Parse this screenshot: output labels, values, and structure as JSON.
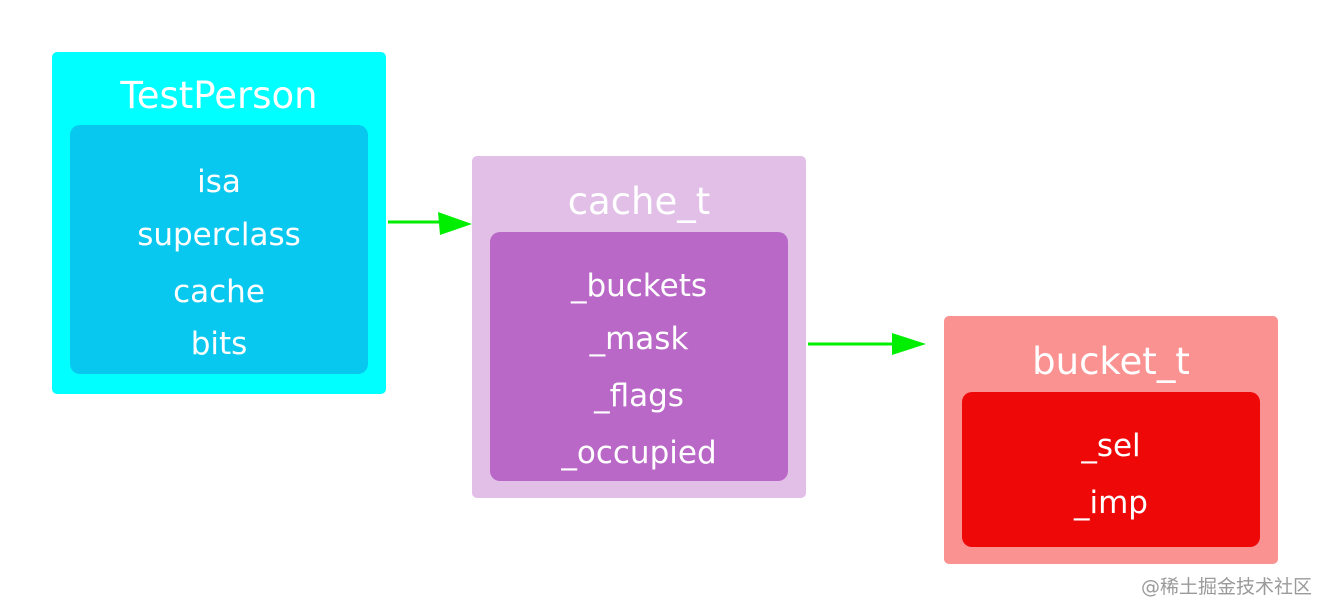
{
  "boxes": {
    "testperson": {
      "title": "TestPerson",
      "fields": [
        "isa",
        "superclass",
        "cache",
        "bits"
      ]
    },
    "cache_t": {
      "title": "cache_t",
      "fields": [
        "_buckets",
        "_mask",
        "_flags",
        "_occupied"
      ]
    },
    "bucket_t": {
      "title": "bucket_t",
      "fields": [
        "_sel",
        "_imp"
      ]
    }
  },
  "colors": {
    "testperson_outer": "#00ffff",
    "testperson_inner": "#09c8ef",
    "cache_outer": "#e1bfe7",
    "cache_inner": "#b968c7",
    "bucket_outer": "#fb9292",
    "bucket_inner": "#ef0808",
    "arrow": "#00ee00"
  },
  "watermark": "@稀土掘金技术社区"
}
